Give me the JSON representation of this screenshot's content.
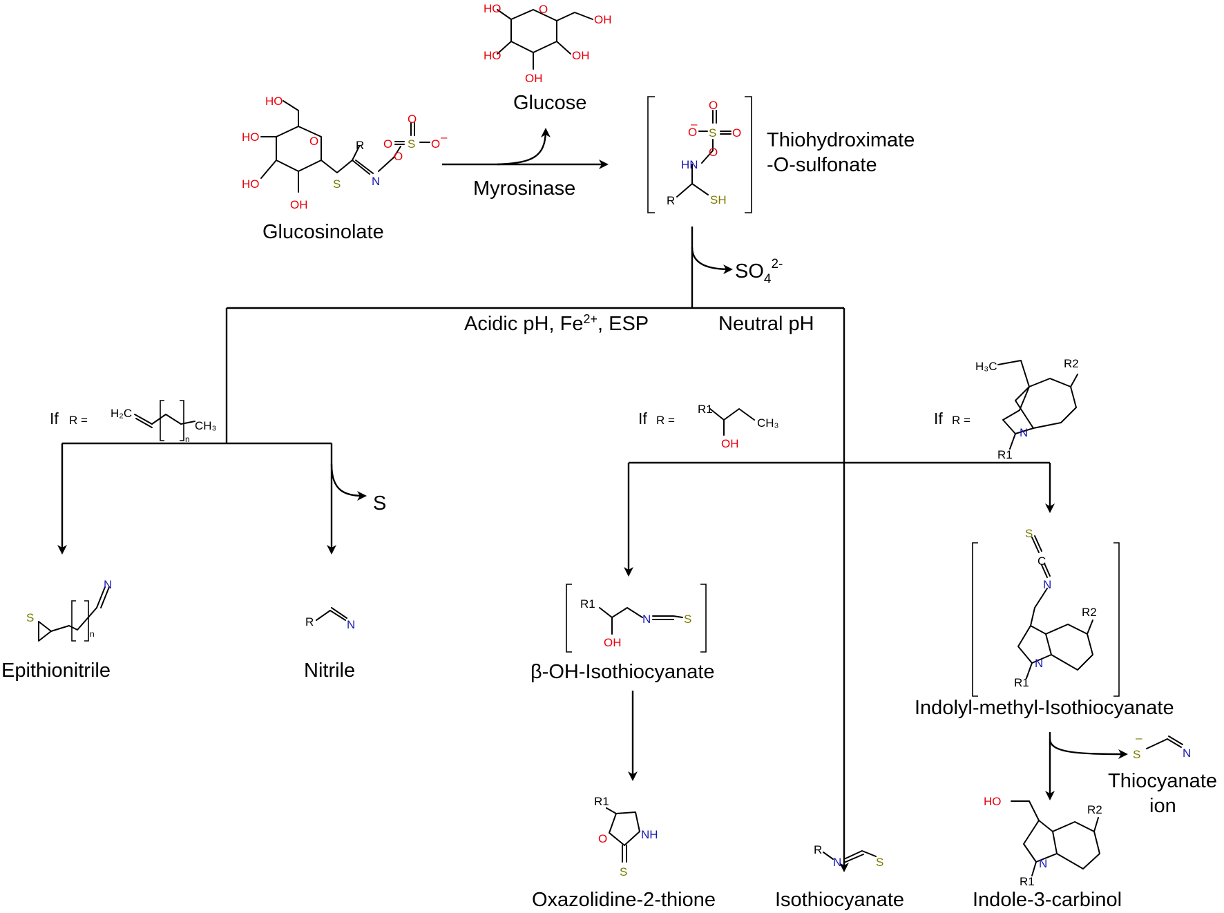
{
  "compounds": {
    "glucose": "Glucose",
    "glucosinolate": "Glucosinolate",
    "thiohydroximate_line1": "Thiohydroximate",
    "thiohydroximate_line2": "-O-sulfonate",
    "epithionitrile": "Epithionitrile",
    "nitrile": "Nitrile",
    "beta_oh_isothiocyanate": "β-OH-Isothiocyanate",
    "oxazolidine": "Oxazolidine-2-thione",
    "isothiocyanate": "Isothiocyanate",
    "indolyl_methyl_isothiocyanate": "Indolyl-methyl-Isothiocyanate",
    "indole_carbinol": "Indole-3-carbinol",
    "thiocyanate_line1": "Thiocyanate",
    "thiocyanate_line2": "ion"
  },
  "conditions": {
    "enzyme": "Myrosinase",
    "acidic": "Acidic pH, Fe",
    "acidic_sup": "2+",
    "acidic_tail": ", ESP",
    "neutral": "Neutral pH",
    "sulfate": "SO",
    "sulfate_sub": "4",
    "sulfate_sup": "2-",
    "sulfur": "S",
    "if_r_1": "If",
    "if_r_2": "If",
    "if_r_3": "If",
    "r_eq": "R  ="
  },
  "atoms": {
    "HO": "HO",
    "OH": "OH",
    "O": "O",
    "S": "S",
    "N": "N",
    "R": "R",
    "HN": "HN",
    "SH": "SH",
    "NH": "NH",
    "R1": "R1",
    "R2": "R2",
    "H2C": "H₂C",
    "CH3": "CH₃",
    "H3C": "H₃C",
    "n": "n",
    "minus": "–"
  },
  "colors": {
    "oxygen": "#e8000b",
    "nitrogen": "#1a1ab4",
    "sulfur": "#7a7a00"
  }
}
